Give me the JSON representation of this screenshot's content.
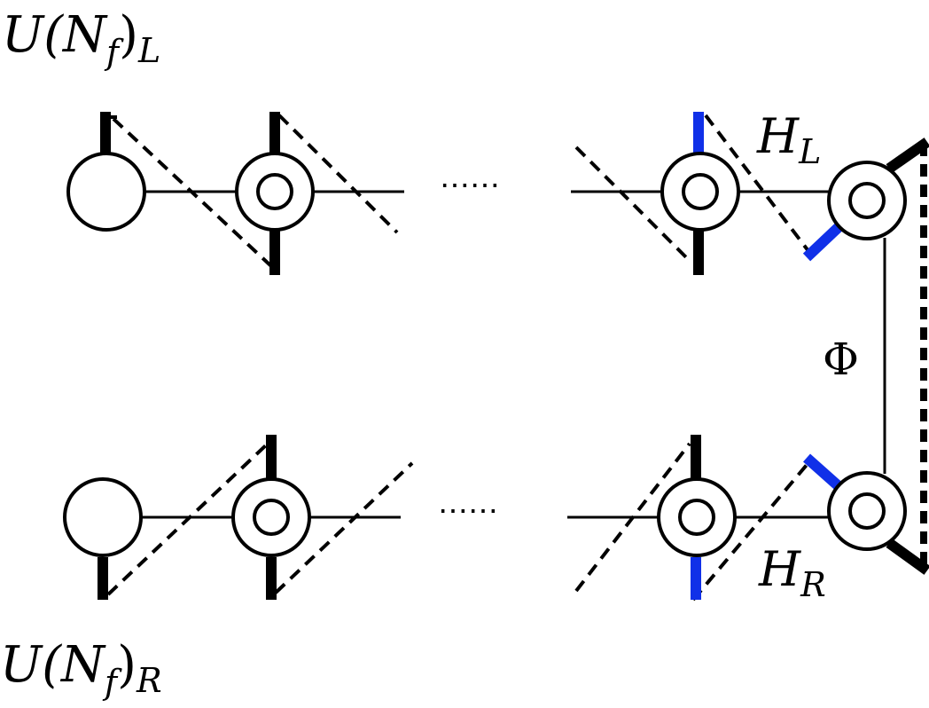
{
  "labels": {
    "top_group": {
      "base": "U(N",
      "sub": "f",
      "close": ")",
      "tail": "L"
    },
    "bottom_group": {
      "base": "U(N",
      "sub": "f",
      "close": ")",
      "tail": "R"
    },
    "h_left": {
      "base": "H",
      "sub": "L"
    },
    "h_right": {
      "base": "H",
      "sub": "R"
    },
    "phi": "Φ",
    "ellipsis_top": "⋯⋯",
    "ellipsis_bottom": "⋯⋯"
  },
  "colors": {
    "ink": "#000000",
    "accent_blue": "#1030e8",
    "background": "#ffffff"
  }
}
